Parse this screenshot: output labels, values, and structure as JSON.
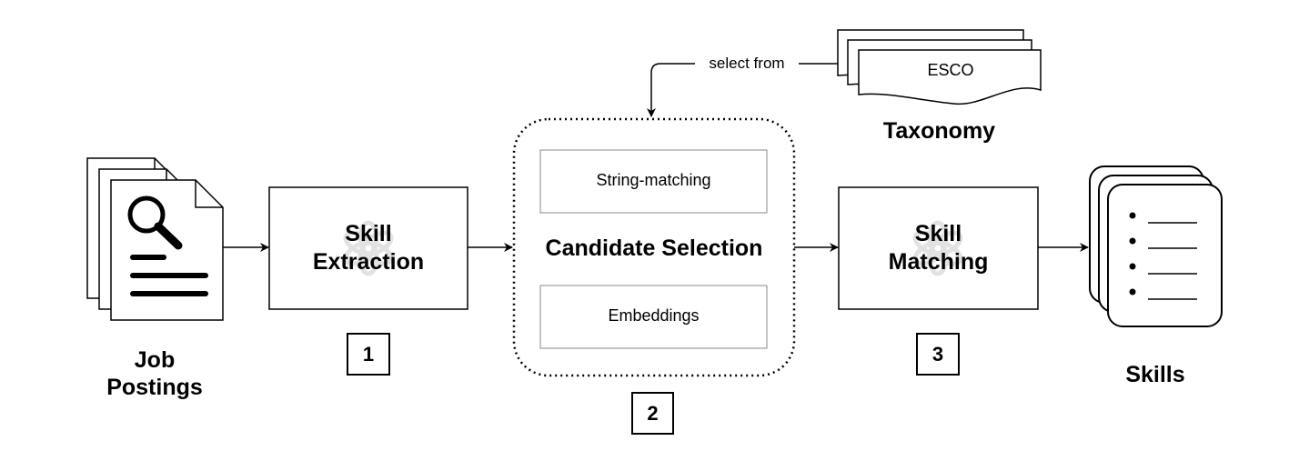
{
  "inputs": {
    "job_postings_label": "Job\nPostings"
  },
  "steps": {
    "skill_extraction": {
      "label": "Skill\nExtraction",
      "number": "1"
    },
    "candidate_selection": {
      "label": "Candidate Selection",
      "number": "2",
      "methods": [
        "String-matching",
        "Embeddings"
      ]
    },
    "skill_matching": {
      "label": "Skill\nMatching",
      "number": "3"
    }
  },
  "taxonomy": {
    "label": "Taxonomy",
    "document_label": "ESCO",
    "arrow_label": "select from"
  },
  "output": {
    "skills_label": "Skills"
  }
}
